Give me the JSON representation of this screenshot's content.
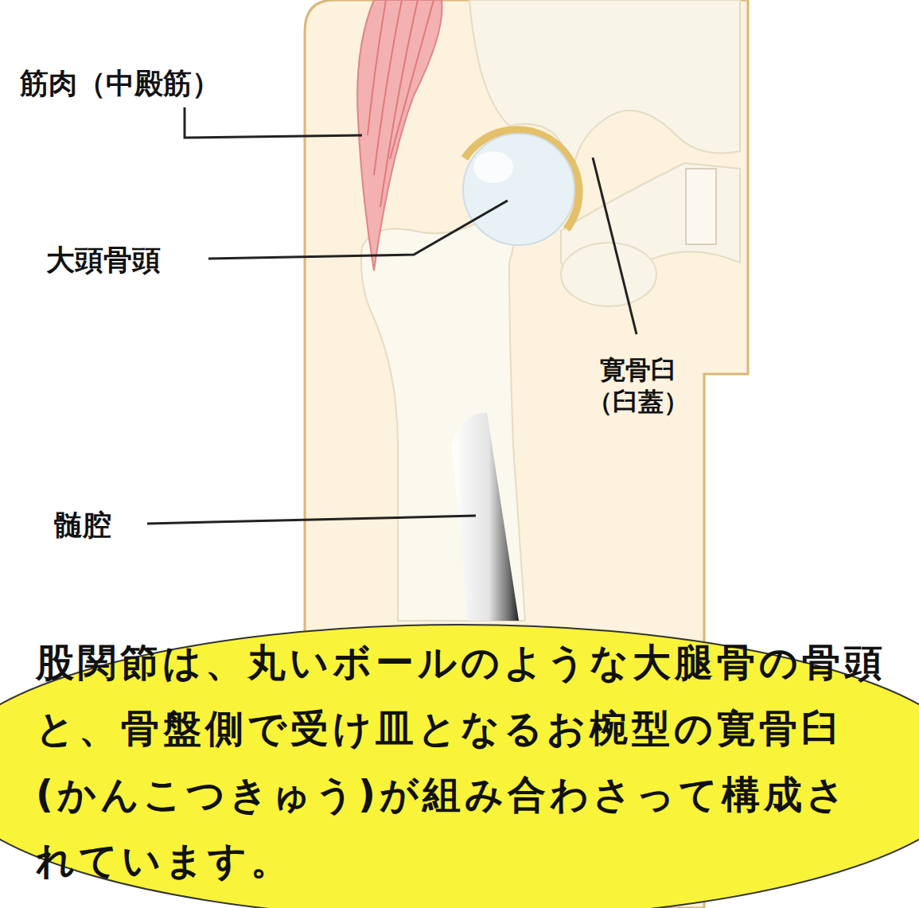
{
  "diagram": {
    "nodes": [
      {
        "text": [
          "股関節は、丸いボールのような大腿骨の骨頭と、骨盤側で受け皿となるお椀型の寛骨臼(かんこつきゅう)が組み合わさって構成されています。"
        ]
      }
    ],
    "labels": [
      "筋肉（中殿筋）",
      "大頭骨頭",
      "寛骨臼 （臼蓋）",
      "髄腔"
    ]
  }
}
